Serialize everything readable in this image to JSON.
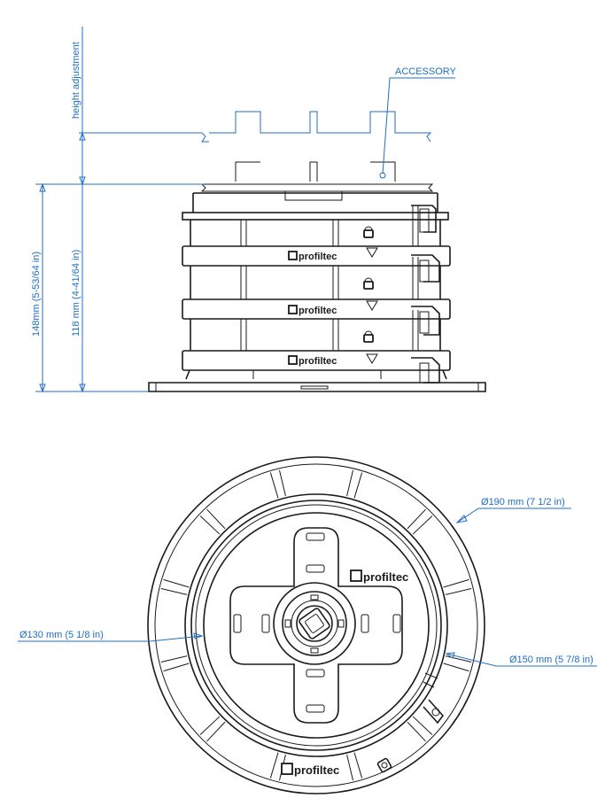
{
  "labels": {
    "accessory": "ACCESSORY",
    "height_adjustment": "height adjustment",
    "height_148": "148mm (5-53/64 in)",
    "height_118": "118 mm (4-41/64 in)",
    "dia_190": "Ø190 mm (7 1/2 in)",
    "dia_150": "Ø150 mm (5 7/8 in)",
    "dia_130": "Ø130 mm (5 1/8 in)"
  },
  "brand": "profiltec",
  "colors": {
    "dimension": "#1f6fc4",
    "line": "#1a1a1a"
  }
}
